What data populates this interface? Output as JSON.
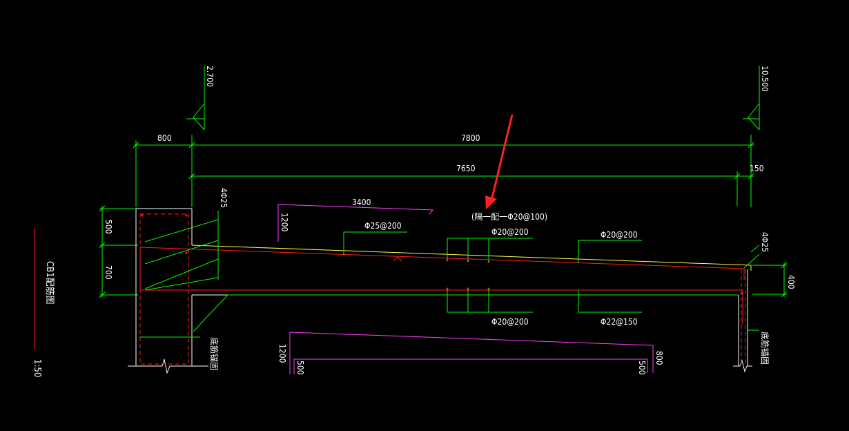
{
  "title": "CB1配筋图",
  "scale": "1:50",
  "elevations": {
    "left": "2.700",
    "right": "10.500"
  },
  "dimensions": {
    "d800_top": "800",
    "d7800": "7800",
    "d7650": "7650",
    "d150": "150",
    "d500": "500",
    "d700": "700",
    "d400": "400",
    "d3400": "3400",
    "d1200_upper": "1200",
    "d1200_lower": "1200",
    "d500_lower_left": "500",
    "d500_lower_right": "500",
    "d800_lower": "800"
  },
  "rebar_labels": {
    "left_4phi25": "4Φ25",
    "right_4phi25": "4Φ25",
    "top_phi25_200": "Φ25@200",
    "top_phi20_200": "Φ20@200",
    "top_phi20_200_right": "Φ20@200",
    "bottom_phi20_200": "Φ20@200",
    "bottom_phi22_150": "Φ22@150",
    "callout": "(隔一配一Φ20@100)",
    "left_note": "底筋锚固",
    "right_note": "底筋锚固"
  },
  "colors": {
    "background": "#000000",
    "dimension": "#00ff00",
    "rebar": "#ff2020",
    "concrete": "#ffff40",
    "bar_shape": "#ff40ff",
    "arrow": "#ff2020",
    "text": "#ffffff"
  }
}
